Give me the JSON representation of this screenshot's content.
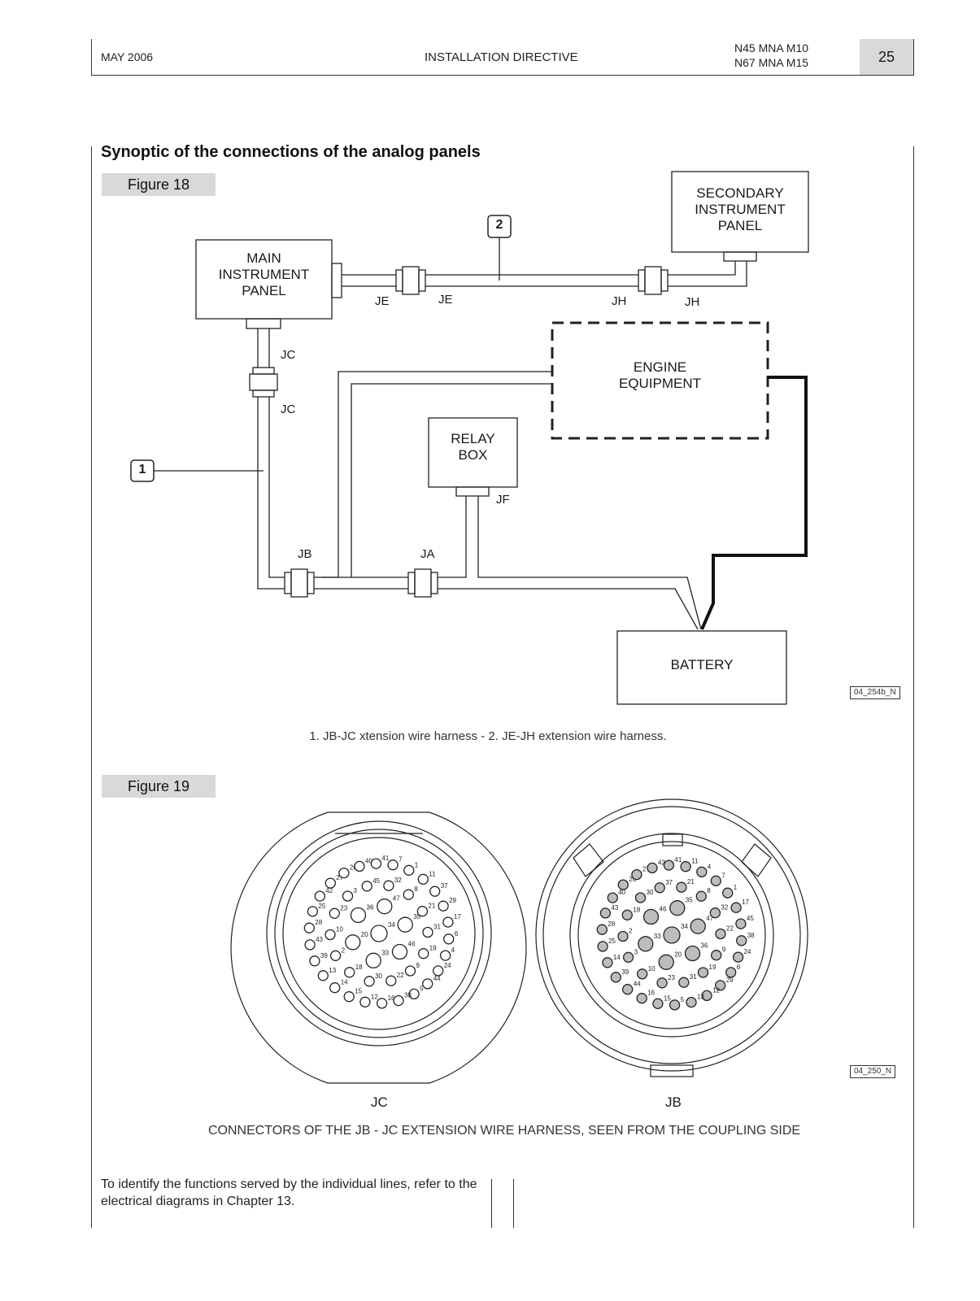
{
  "header": {
    "date": "MAY 2006",
    "title": "INSTALLATION DIRECTIVE",
    "model_line1": "N45 MNA M10",
    "model_line2": "N67 MNA M15",
    "page_number": "25"
  },
  "section_title": "Synoptic of the connections of the analog panels",
  "figure18": {
    "label": "Figure 18",
    "boxes": {
      "main_panel": [
        "MAIN",
        "INSTRUMENT",
        "PANEL"
      ],
      "secondary_panel": [
        "SECONDARY",
        "INSTRUMENT",
        "PANEL"
      ],
      "engine_equipment": [
        "ENGINE",
        "EQUIPMENT"
      ],
      "relay_box": [
        "RELAY",
        "BOX"
      ],
      "battery": "BATTERY"
    },
    "connector_labels": {
      "je_left": "JE",
      "je_right": "JE",
      "jh_left": "JH",
      "jh_right": "JH",
      "jc_top": "JC",
      "jc_bottom": "JC",
      "jb": "JB",
      "ja": "JA",
      "jf": "JF"
    },
    "callouts": {
      "one": "1",
      "two": "2"
    },
    "code": "04_254b_N",
    "caption": "1. JB-JC xtension wire harness - 2. JE-JH extension wire harness."
  },
  "figure19": {
    "label": "Figure 19",
    "code": "04_250_N",
    "jc_label": "JC",
    "jb_label": "JB",
    "caption": "CONNECTORS OF THE JB - JC EXTENSION WIRE HARNESS, SEEN FROM THE COUPLING SIDE",
    "pins_jc": [
      "34",
      "47",
      "35",
      "46",
      "33",
      "20",
      "36",
      "32",
      "8",
      "21",
      "31",
      "19",
      "9",
      "22",
      "30",
      "18",
      "2",
      "10",
      "23",
      "3",
      "45",
      "7",
      "1",
      "11",
      "37",
      "29",
      "17",
      "6",
      "4",
      "24",
      "44",
      "5",
      "38",
      "16",
      "12",
      "15",
      "14",
      "13",
      "39",
      "43",
      "28",
      "25",
      "42",
      "27",
      "26",
      "40",
      "41"
    ],
    "pins_jb": [
      "34",
      "35",
      "47",
      "36",
      "20",
      "33",
      "46",
      "21",
      "8",
      "32",
      "22",
      "9",
      "19",
      "31",
      "23",
      "10",
      "3",
      "2",
      "18",
      "30",
      "37",
      "11",
      "4",
      "7",
      "1",
      "17",
      "45",
      "38",
      "24",
      "6",
      "29",
      "12",
      "13",
      "5",
      "15",
      "16",
      "44",
      "39",
      "14",
      "25",
      "28",
      "43",
      "40",
      "26",
      "27",
      "42",
      "41"
    ]
  },
  "note": "To identify the functions served by the individual lines, refer to the electrical diagrams in Chapter 13."
}
